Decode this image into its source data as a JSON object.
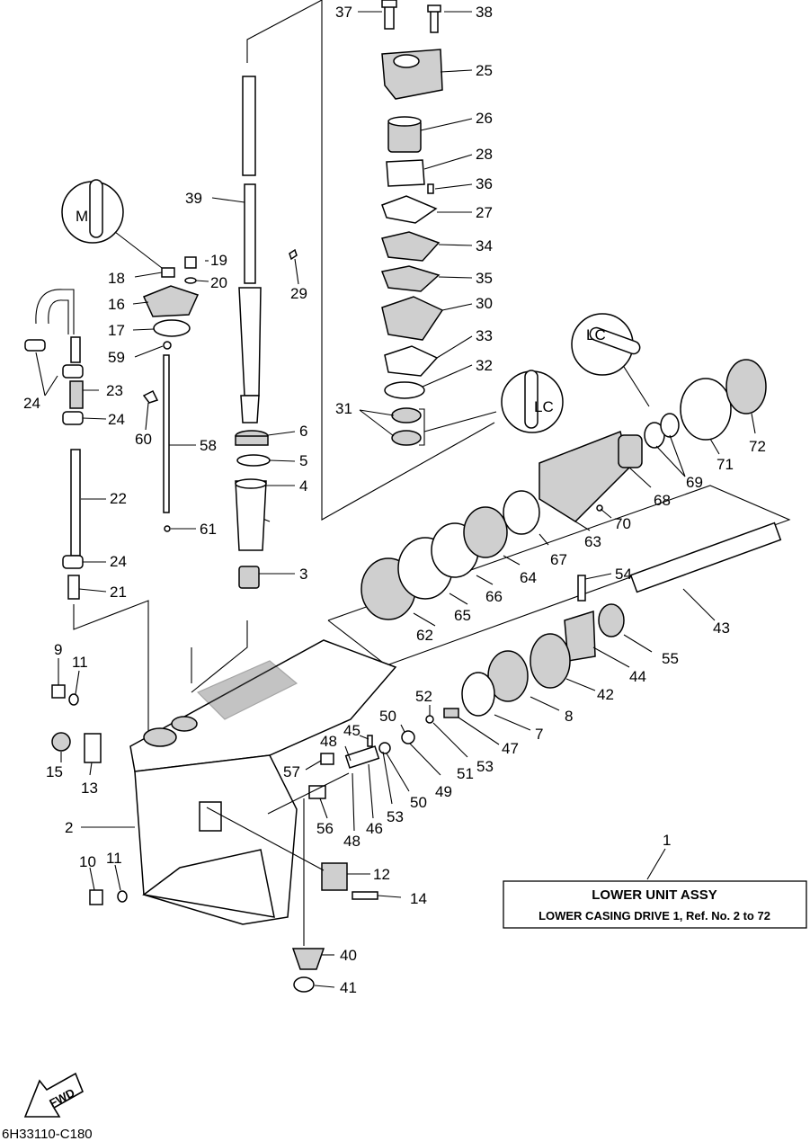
{
  "callouts": [
    "1",
    "2",
    "3",
    "4",
    "5",
    "6",
    "7",
    "8",
    "9",
    "10",
    "11",
    "11",
    "12",
    "13",
    "14",
    "15",
    "16",
    "17",
    "18",
    "19",
    "20",
    "21",
    "22",
    "23",
    "24",
    "24",
    "24",
    "24",
    "25",
    "26",
    "27",
    "28",
    "29",
    "30",
    "31",
    "32",
    "33",
    "34",
    "35",
    "36",
    "37",
    "38",
    "39",
    "40",
    "41",
    "42",
    "43",
    "44",
    "45",
    "46",
    "47",
    "48",
    "48",
    "49",
    "50",
    "50",
    "51",
    "52",
    "53",
    "53",
    "54",
    "55",
    "56",
    "57",
    "58",
    "59",
    "60",
    "61",
    "62",
    "63",
    "64",
    "65",
    "66",
    "67",
    "68",
    "69",
    "70",
    "71",
    "72"
  ],
  "assembly_box": {
    "title": "LOWER UNIT ASSY",
    "subtitle": "LOWER CASING DRIVE 1, Ref. No. 2 to 72"
  },
  "fwd_label": "FWD",
  "diagram_code": "6H33110-C180",
  "lubricant_symbols": [
    "M",
    "LC",
    "LC"
  ]
}
